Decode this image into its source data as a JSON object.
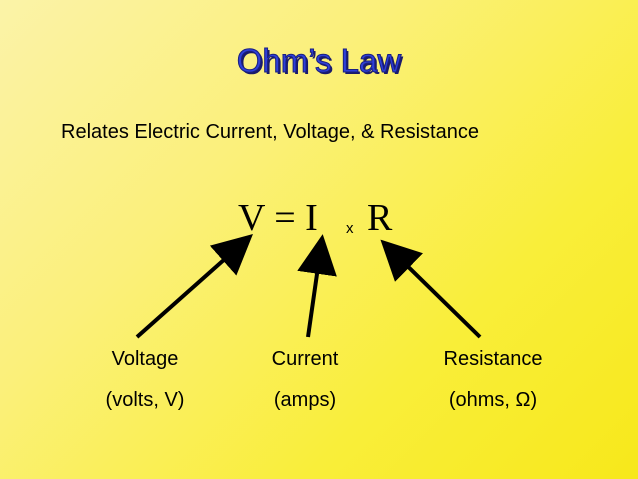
{
  "title": "Ohm’s Law",
  "subtitle": "Relates Electric Current, Voltage, & Resistance",
  "equation": {
    "left": "V = I",
    "operator": "x",
    "right": "R"
  },
  "terms": [
    {
      "name": "Voltage",
      "unit": "(volts, V)"
    },
    {
      "name": "Current",
      "unit": "(amps)"
    },
    {
      "name": "Resistance",
      "unit": "(ohms, Ω)"
    }
  ],
  "colors": {
    "title": "#2f3fd8",
    "background": "#f9ee3a",
    "arrow": "#000000"
  }
}
